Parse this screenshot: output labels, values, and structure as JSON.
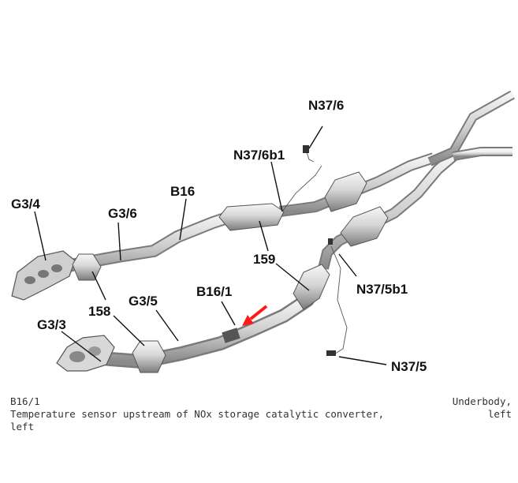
{
  "labels": {
    "g34": "G3/4",
    "g36": "G3/6",
    "b16": "B16",
    "n376b1": "N37/6b1",
    "n376": "N37/6",
    "n375b1": "N37/5b1",
    "n375": "N37/5",
    "l159": "159",
    "l158": "158",
    "g35": "G3/5",
    "b161": "B16/1",
    "g33": "G3/3"
  },
  "caption": {
    "code": "B16/1",
    "description_line1": "Temperature sensor upstream of NOx storage catalytic converter,",
    "description_line2": "left",
    "location_line1": "Underbody,",
    "location_line2": "left"
  },
  "colors": {
    "pipe_light": "#e6e6e6",
    "pipe_dark": "#8e8e8e",
    "arrow": "#ff1a1a"
  }
}
